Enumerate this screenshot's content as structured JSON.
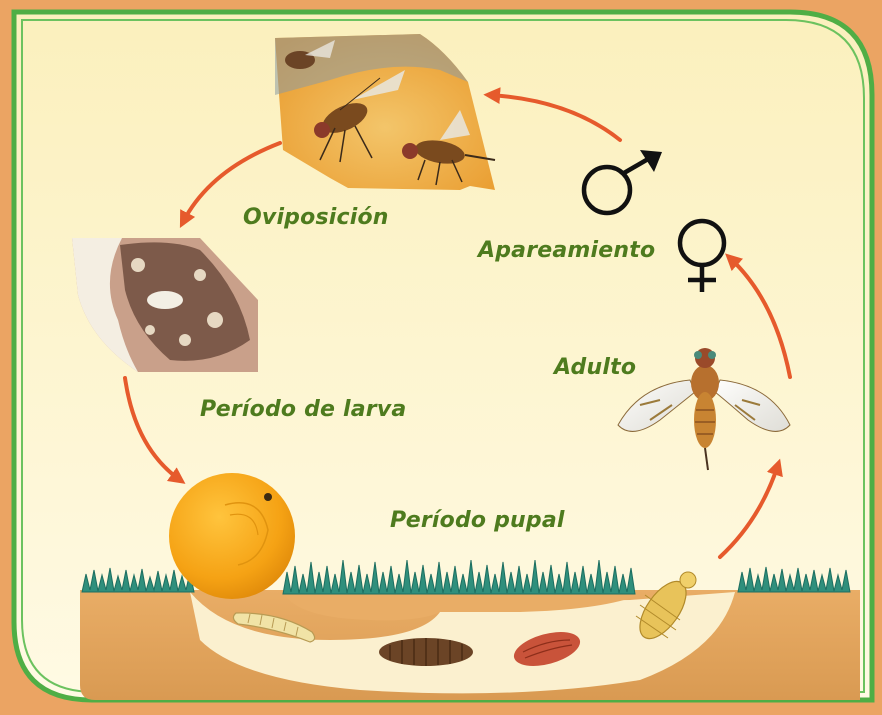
{
  "stages": {
    "oviposition": "Oviposición",
    "larva": "Período de larva",
    "pupa": "Período pupal",
    "adult": "Adulto",
    "mating": "Apareamiento"
  },
  "colors": {
    "border": "#4fae45",
    "panel_top": "#fbf3c4",
    "panel_bottom": "#fff9df",
    "arrow": "#e65a2c",
    "label": "#4e7b1e",
    "soil": "#e2a35a",
    "grass": "#2a8a7a"
  },
  "icons": {
    "male": "male-symbol-icon",
    "female": "female-symbol-icon"
  }
}
